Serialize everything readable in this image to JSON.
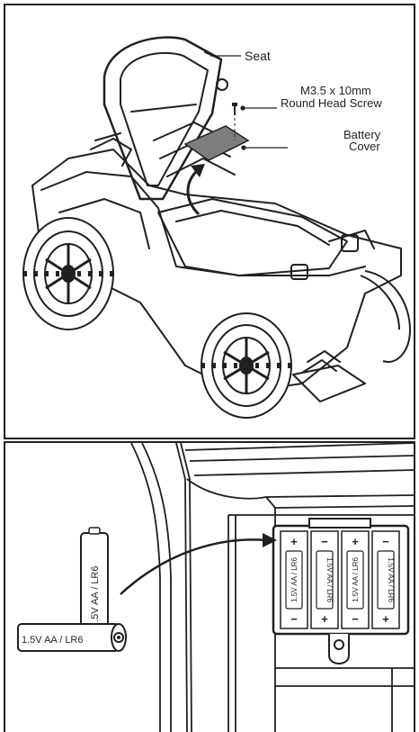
{
  "labels": {
    "seat": "Seat",
    "screw_line1": "M3.5 x 10mm",
    "screw_line2": "Round Head Screw",
    "cover_line1": "Battery",
    "cover_line2": "Cover"
  },
  "battery_label": "1.5V AA / LR6",
  "compartment": {
    "slots": [
      {
        "top": "+",
        "bottom": "−",
        "label": "1.5V AA / LR6"
      },
      {
        "top": "−",
        "bottom": "+",
        "label": "1.5V AA / LR6"
      },
      {
        "top": "+",
        "bottom": "−",
        "label": "1.5V AA / LR6"
      },
      {
        "top": "−",
        "bottom": "+",
        "label": "1.5V AA / LR6"
      }
    ]
  },
  "colors": {
    "line": "#231f20",
    "cover": "#7d7d7d",
    "screw": "#231f20"
  }
}
